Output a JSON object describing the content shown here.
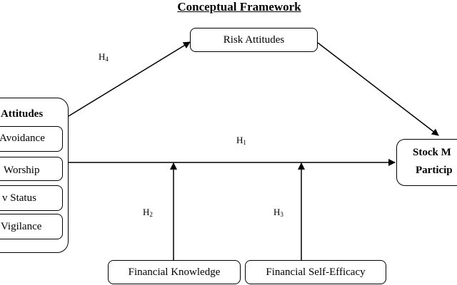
{
  "title": "Conceptual Framework",
  "attitudes": {
    "group_label": "Attitudes",
    "items": [
      "Avoidance",
      "Worship",
      "v Status",
      "Vigilance"
    ]
  },
  "nodes": {
    "risk": "Risk Attitudes",
    "outcome_line1": "Stock M",
    "outcome_line2": "Particip",
    "knowledge": "Financial Knowledge",
    "efficacy": "Financial Self-Efficacy"
  },
  "hypotheses": {
    "h1": {
      "letter": "H",
      "num": "1"
    },
    "h2": {
      "letter": "H",
      "num": "2"
    },
    "h3": {
      "letter": "H",
      "num": "3"
    },
    "h4": {
      "letter": "H",
      "num": "4"
    }
  }
}
